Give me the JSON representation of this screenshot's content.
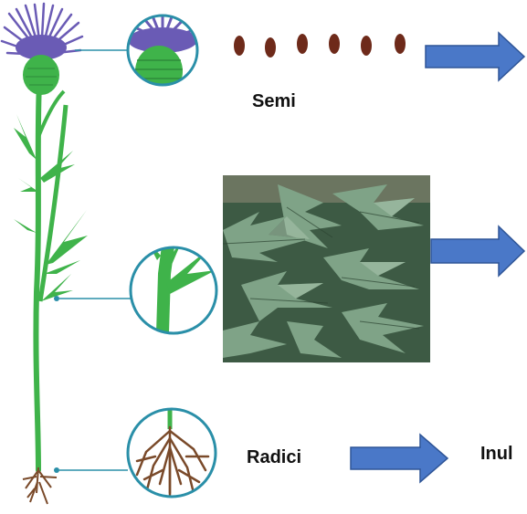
{
  "labels": {
    "seeds": "Semi",
    "roots": "Radici",
    "roots_product": "Inul"
  },
  "colors": {
    "stem_green": "#3fb34a",
    "leaf_dark_green": "#2e8b3a",
    "flower_purple": "#6a5bb5",
    "seed_brown": "#6e2a1a",
    "root_brown": "#7a4a2a",
    "callout_circle": "#2a8fa8",
    "arrow_blue": "#4a78c8",
    "arrow_outline": "#2f5597",
    "leaf_photo_green": "#5f8a67"
  },
  "icons": {
    "flower_head": "thistle-flower-icon",
    "seed": "seed-icon",
    "arrow": "right-arrow-icon",
    "roots": "root-icon",
    "leaves": "thistle-leaf-photo"
  }
}
